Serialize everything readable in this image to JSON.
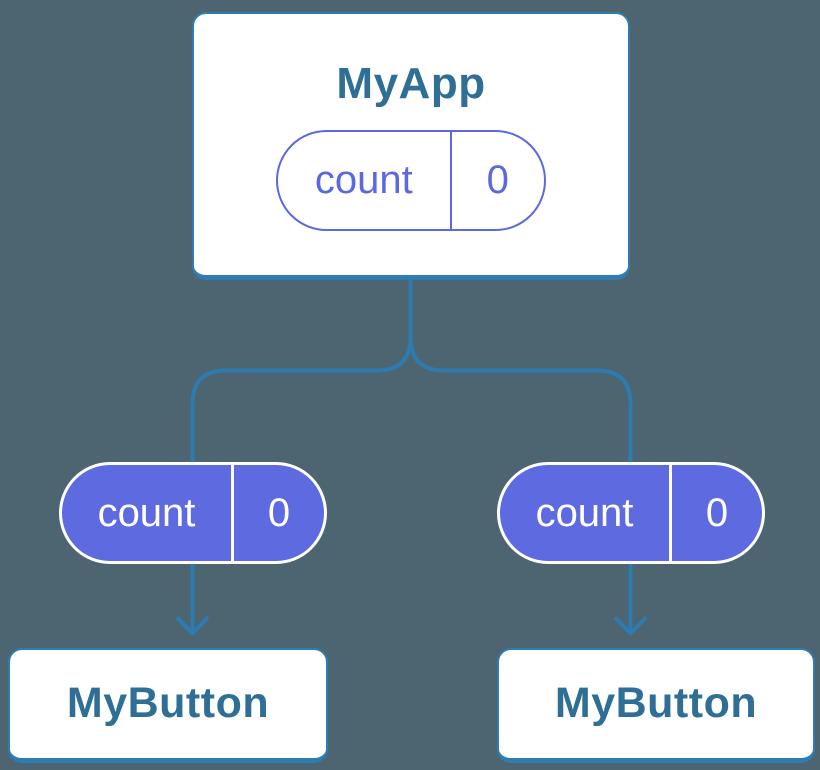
{
  "colors": {
    "background": "#4d6570",
    "connector_blue": "#2d7bb1",
    "node_border_blue": "#2e7cb2",
    "node_text_blue": "#2f6f96",
    "state_purple": "#5c69de",
    "state_purple_fill": "#5d6ae0",
    "node_fill": "#ffffff",
    "state_text_on_purple": "#ffffff"
  },
  "diagram": {
    "root": {
      "title": "MyApp",
      "state": {
        "key": "count",
        "value": "0"
      }
    },
    "children": [
      {
        "label": "MyButton",
        "state": {
          "key": "count",
          "value": "0"
        }
      },
      {
        "label": "MyButton",
        "state": {
          "key": "count",
          "value": "0"
        }
      }
    ]
  }
}
